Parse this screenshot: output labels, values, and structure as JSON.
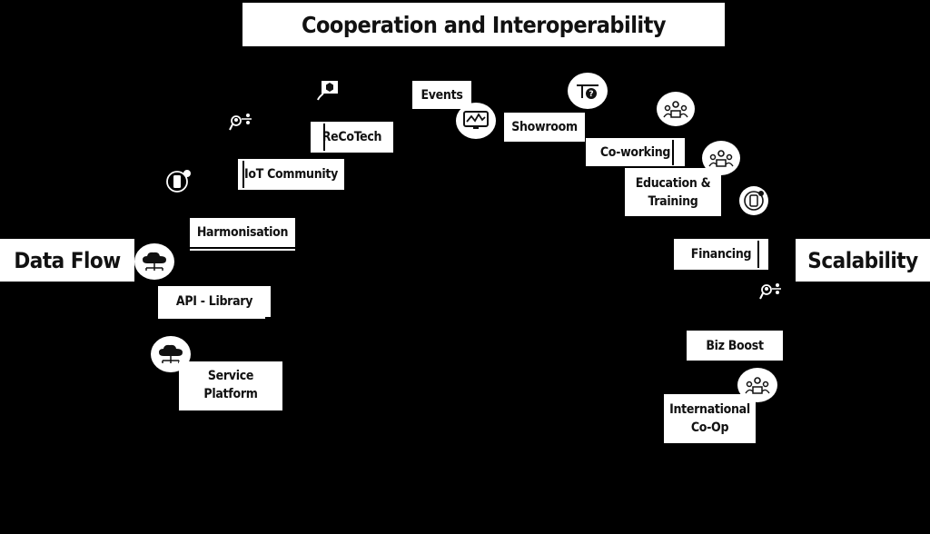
{
  "title": "Cooperation and Interoperability",
  "left_label": "Data Flow",
  "right_label": "Scalability",
  "nodes": {
    "events": "Events",
    "showroom": "Showroom",
    "coworking": "Co-working",
    "education": "Education &",
    "education_2": "Training",
    "recotech": "ReCoTech",
    "iot": "IoT Community",
    "harmonisation": "Harmonisation",
    "financing": "Financing",
    "api": "API - Library",
    "bizboost": "Biz Boost",
    "service": "Service",
    "service_2": "Platform",
    "international": "International",
    "international_2": "Co-Op"
  },
  "icons": {
    "tool": "tool-icon",
    "analytics": "analytics-monitor-icon",
    "hex": "hex-chat-icon",
    "community": "community-icon",
    "mobile": "mobile-sync-icon",
    "cloud": "cloud-network-icon",
    "people": "people-network-icon",
    "question": "question-routing-icon"
  }
}
